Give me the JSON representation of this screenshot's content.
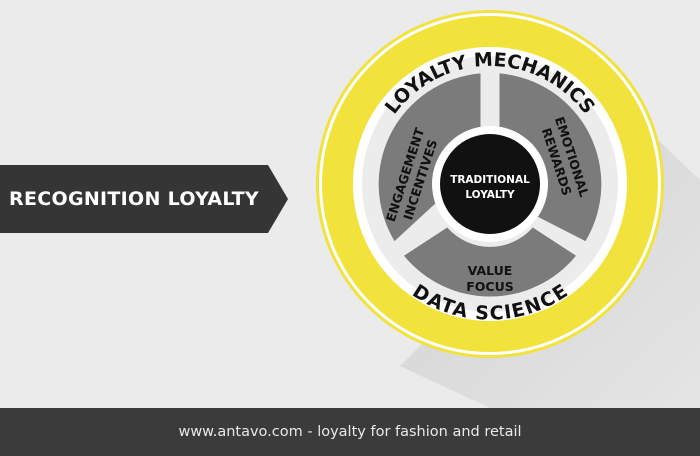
{
  "arrow_label": "RECOGNITION LOYALTY",
  "outer_ring": {
    "top_label": "LOYALTY MECHANICS",
    "bottom_label": "DATA SCIENCE"
  },
  "segments": {
    "left": [
      "ENGAGEMENT",
      "INCENTIVES"
    ],
    "right": [
      "EMOTIONAL",
      "REWARDS"
    ],
    "bottom": [
      "VALUE",
      "FOCUS"
    ]
  },
  "center": [
    "TRADITIONAL",
    "LOYALTY"
  ],
  "footer": "www.antavo.com - loyalty for fashion and retail",
  "colors": {
    "background": "#ebebeb",
    "yellow": "#f2e23c",
    "segment_gray": "#7b7b7b",
    "dark": "#353535",
    "center": "#111111",
    "footer": "#3b3b3b"
  }
}
